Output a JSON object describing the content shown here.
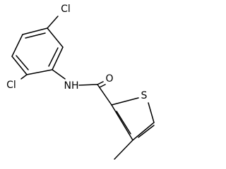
{
  "molecule": {
    "atoms": {
      "cl_top": "Cl",
      "cl_left": "Cl",
      "nh": "NH",
      "o": "O",
      "s": "S"
    }
  }
}
